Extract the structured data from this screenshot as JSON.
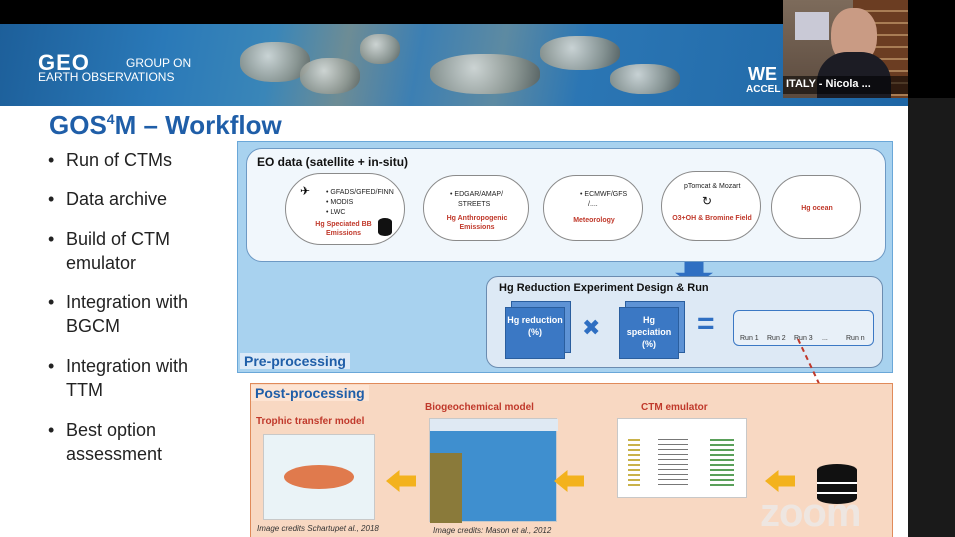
{
  "banner": {
    "logo": "GEO",
    "org_line1": "GROUP ON",
    "org_line2": "EARTH OBSERVATIONS",
    "right_text": "WE",
    "right_sub": "ACCEL"
  },
  "slide": {
    "title_main": "GOS",
    "title_sup": "4",
    "title_rest": "M – Workflow",
    "bullets": [
      "Run of CTMs",
      "Data archive",
      "Build of CTM emulator",
      "Integration with BGCM",
      "Integration with TTM",
      "Best option assessment"
    ]
  },
  "pre": {
    "eo_title": "EO data (satellite + in-situ)",
    "clouds": [
      {
        "lines": [
          "• GFADS/GFED/FINN",
          "• MODIS",
          "• LWC"
        ],
        "red": "Hg Speciated BB Emissions"
      },
      {
        "lines": [
          "• EDGAR/AMAP/",
          "STREETS"
        ],
        "red": "Hg Anthropogenic Emissions"
      },
      {
        "lines": [
          "• ECMWF/GFS",
          "/...."
        ],
        "red": "Meteorology"
      },
      {
        "lines": [
          "pTomcat & Mozart"
        ],
        "red": "O3+OH & Bromine Field"
      },
      {
        "lines": [],
        "red": "Hg ocean"
      }
    ],
    "exp_title": "Hg Reduction Experiment Design & Run",
    "reduction": "Hg reduction (%)",
    "speciation": "Hg speciation (%)",
    "times": "✖",
    "equals": "=",
    "runs": [
      "Run 1",
      "Run 2",
      "Run 3",
      "...",
      "Run n"
    ],
    "label": "Pre-processing"
  },
  "post": {
    "label": "Post-processing",
    "models": [
      {
        "title": "Trophic transfer model",
        "credit": "Image credits Schartupet al., 2018"
      },
      {
        "title": "Biogeochemical model",
        "credit": "Image credits: Mason et al., 2012"
      },
      {
        "title": "CTM emulator",
        "credit": ""
      }
    ]
  },
  "video": {
    "name": "ITALY - Nicola ..."
  },
  "watermark": "zoom",
  "colors": {
    "accent": "#1f5ea8",
    "red": "#c0392b",
    "arrow": "#f3b21d"
  }
}
